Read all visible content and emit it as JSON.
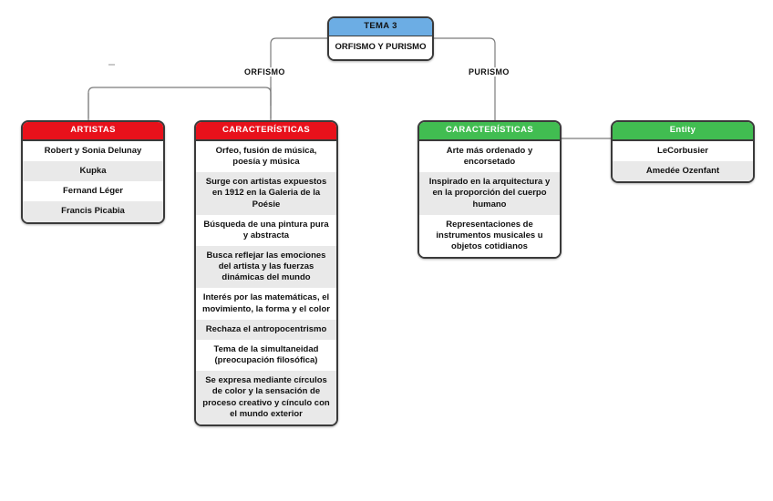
{
  "colors": {
    "header_blue": "#6cade4",
    "header_red": "#e8111b",
    "header_green": "#41bd51",
    "row_alt": "#e9e9e9",
    "border": "#3a3a3a",
    "wire": "#7b7b7b",
    "background": "#ffffff"
  },
  "root": {
    "header": "TEMA 3",
    "body": "ORFISMO Y PURISMO"
  },
  "edges": {
    "left_label": "ORFISMO",
    "right_label": "PURISMO"
  },
  "nodes": {
    "artistas": {
      "header": "ARTISTAS",
      "rows": [
        "Robert y Sonia Delunay",
        "Kupka",
        "Fernand Léger",
        "Francis Picabia"
      ]
    },
    "orfismo_caracteristicas": {
      "header": "CARACTERÍSTICAS",
      "rows": [
        "Orfeo, fusión de música, poesía y música",
        "Surge con artistas expuestos en 1912 en la Galeria de la Poésie",
        "Búsqueda de una pintura pura y abstracta",
        "Busca reflejar las emociones del artista y las fuerzas dinámicas del mundo",
        "Interés por las matemáticas, el movimiento, la forma y el color",
        "Rechaza el antropocentrismo",
        "Tema de la simultaneidad (preocupación filosófica)",
        "Se expresa mediante círculos de color y la sensación de proceso creativo y cínculo con el mundo exterior"
      ]
    },
    "purismo_caracteristicas": {
      "header": "CARACTERÍSTICAS",
      "rows": [
        "Arte más ordenado y encorsetado",
        "Inspirado en la arquitectura y en la proporción del cuerpo humano",
        "Representaciones de instrumentos musicales u objetos cotidianos"
      ]
    },
    "entity": {
      "header": "Entity",
      "rows": [
        "LeCorbusier",
        "Amedée Ozenfant"
      ]
    }
  }
}
